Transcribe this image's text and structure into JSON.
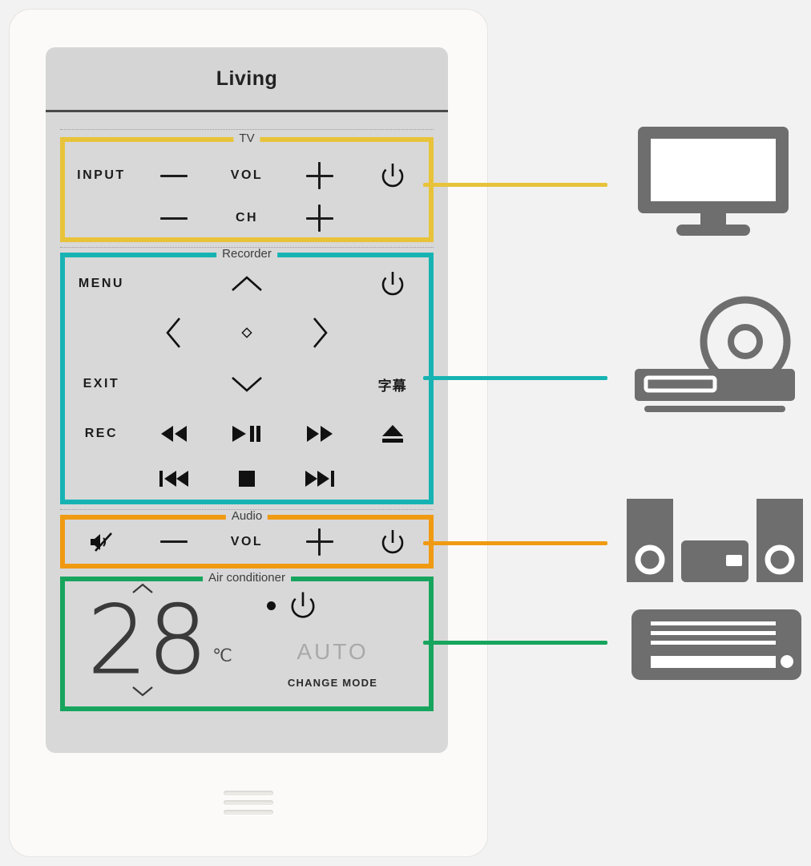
{
  "panel": {
    "title": "Living",
    "sections": [
      {
        "id": "tv",
        "label": "TV",
        "color": "#e8c33a",
        "rows": [
          {
            "items": [
              "INPUT",
              "minus-icon",
              "VOL",
              "plus-icon",
              "power-icon"
            ]
          },
          {
            "items": [
              "",
              "minus-icon",
              "CH",
              "plus-icon",
              ""
            ]
          }
        ],
        "labels": {
          "input": "INPUT",
          "vol": "VOL",
          "ch": "CH"
        }
      },
      {
        "id": "recorder",
        "label": "Recorder",
        "color": "#17b3b3",
        "labels": {
          "menu": "MENU",
          "exit": "EXIT",
          "rec": "REC",
          "subtitle": "字幕"
        },
        "icons": [
          "chevron-up-icon",
          "chevron-left-icon",
          "ok-diamond-icon",
          "chevron-right-icon",
          "chevron-down-icon",
          "power-icon",
          "rewind-icon",
          "play-pause-icon",
          "fast-forward-icon",
          "eject-icon",
          "previous-track-icon",
          "stop-icon",
          "next-track-icon"
        ]
      },
      {
        "id": "audio",
        "label": "Audio",
        "color": "#f09a12",
        "labels": {
          "vol": "VOL"
        },
        "icons": [
          "mute-icon",
          "minus-icon",
          "plus-icon",
          "power-icon"
        ]
      },
      {
        "id": "air-conditioner",
        "label": "Air conditioner",
        "color": "#17a55e",
        "temperature": "28",
        "unit": "℃",
        "mode": "AUTO",
        "mode_button": "CHANGE MODE",
        "icons": [
          "chevron-up-icon",
          "chevron-down-icon",
          "power-icon",
          "indicator-dot"
        ]
      }
    ],
    "bottom_grille": "speaker-grille"
  },
  "devices": [
    {
      "id": "tv",
      "icon": "tv-icon",
      "color": "#6e6e6e",
      "connector_color": "#e8c33a"
    },
    {
      "id": "recorder",
      "icon": "disc-recorder-icon",
      "color": "#6e6e6e",
      "connector_color": "#17b3b3"
    },
    {
      "id": "audio",
      "icon": "audio-system-icon",
      "color": "#6e6e6e",
      "connector_color": "#f09a12"
    },
    {
      "id": "air-conditioner",
      "icon": "air-conditioner-icon",
      "color": "#6e6e6e",
      "connector_color": "#17a55e"
    }
  ]
}
